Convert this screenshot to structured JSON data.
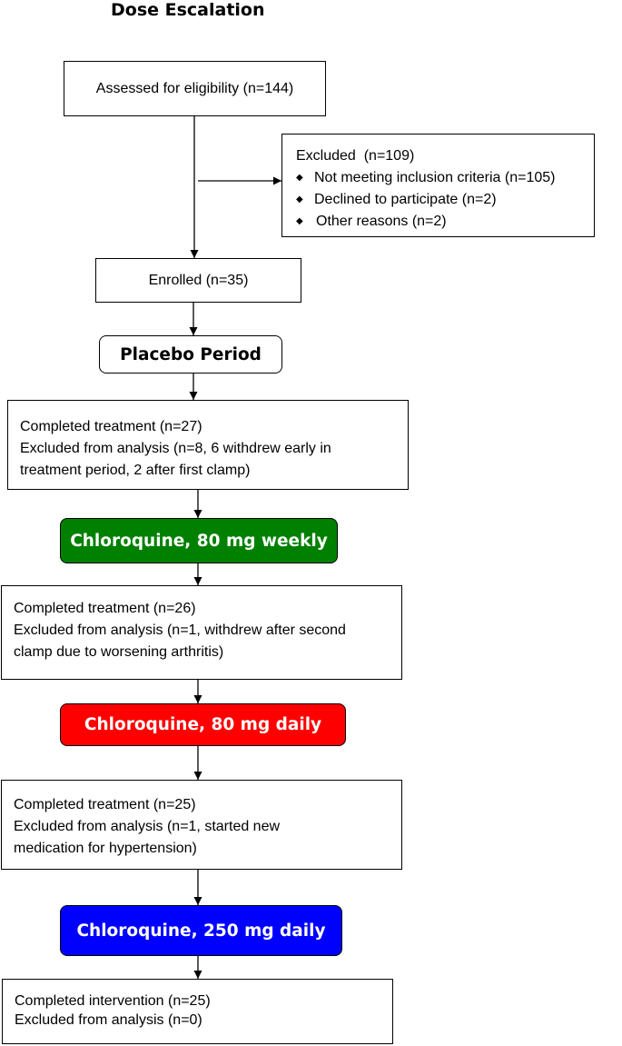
{
  "title": "Dose Escalation",
  "boxes": {
    "assessed": "Assessed for eligibility (n=144)",
    "excluded": {
      "heading": "Excluded  (n=109)",
      "items": [
        "Not meeting inclusion criteria (n=105)",
        "Declined to participate (n=2)",
        "Other reasons (n=2)"
      ]
    },
    "enrolled": "Enrolled (n=35)",
    "placebo": "Placebo Period",
    "result1": [
      "Completed treatment (n=27)",
      "Excluded from analysis (n=8, 6 withdrew early in",
      "treatment period, 2 after first clamp)"
    ],
    "stage1": "Chloroquine, 80 mg weekly",
    "result2": [
      "Completed treatment (n=26)",
      "Excluded from analysis (n=1, withdrew after second",
      "clamp due to worsening arthritis)"
    ],
    "stage2": "Chloroquine, 80 mg daily",
    "result3": [
      "Completed treatment (n=25)",
      "Excluded from analysis (n=1, started new",
      "medication for hypertension)"
    ],
    "stage3": "Chloroquine, 250 mg daily",
    "result4": [
      "Completed intervention (n=25)",
      "Excluded from analysis (n=0)"
    ]
  },
  "colors": {
    "stage1": "#008000",
    "stage2": "#ff0000",
    "stage3": "#0000ff"
  },
  "icons": {
    "bullet": "diamond-icon"
  }
}
